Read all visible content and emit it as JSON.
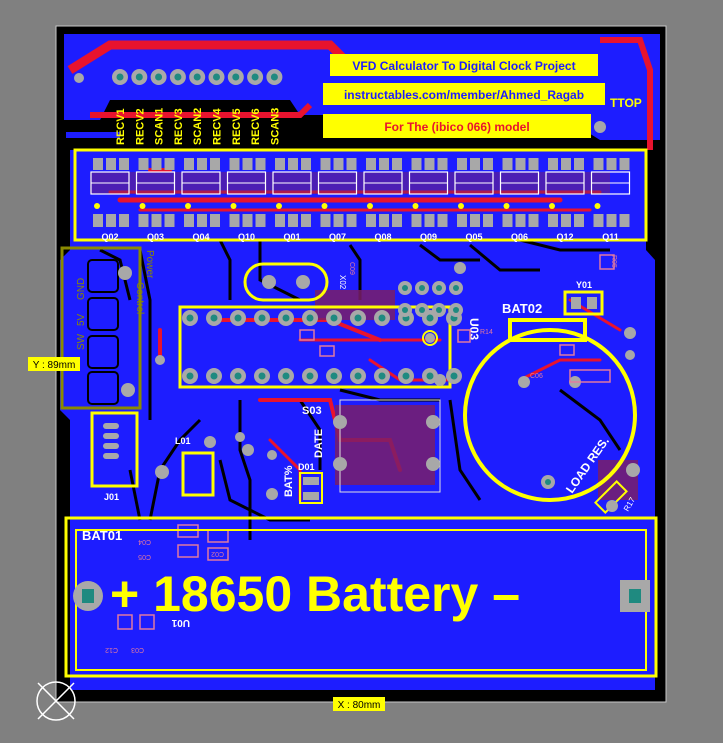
{
  "title_boxes": {
    "title": "VFD Calculator To Digital Clock Project",
    "url": "instructables.com/member/Ahmed_Ragab",
    "model": "For The (ibico 066) model"
  },
  "corner_label": "TTOP",
  "header_pins": [
    "RECV1",
    "RECV2",
    "SCAN1",
    "RECV3",
    "SCAN2",
    "RECV4",
    "RECV5",
    "RECV6",
    "SCAN3"
  ],
  "transistors": [
    "Q02",
    "Q03",
    "Q04",
    "Q10",
    "Q01",
    "Q07",
    "Q08",
    "Q09",
    "Q05",
    "Q06",
    "Q12",
    "Q11"
  ],
  "components": {
    "bat02": "BAT02",
    "y01": "Y01",
    "s03": "S03",
    "date": "DATE",
    "d01": "D01",
    "l01": "L01",
    "j01": "J01",
    "bat01": "BAT01",
    "bat_pct": "BAT%",
    "load_res": "LOAD RES.",
    "u03": "U03",
    "x02": "X02",
    "r17": "R17",
    "r05": "R05",
    "u01": "U01",
    "c12": "C12",
    "c03": "C03",
    "c04": "C04",
    "c05": "C05",
    "c02": "C02",
    "c06": "C06",
    "c09": "C09",
    "r14": "R14"
  },
  "connector_labels": [
    "GND",
    "5V",
    "SW"
  ],
  "power_label": "Power",
  "control_label": "Control",
  "battery_label": "+ 18650 Battery –",
  "dims": {
    "x": "X : 80mm",
    "y": "Y : 89mm"
  },
  "colors": {
    "background": "#808080",
    "board": "#000000",
    "copper_bottom": "#1d1dff",
    "copper_top": "#e8132e",
    "silkscreen": "#ffff00",
    "pad": "#a8a8a8",
    "hole": "#1f8a80"
  }
}
